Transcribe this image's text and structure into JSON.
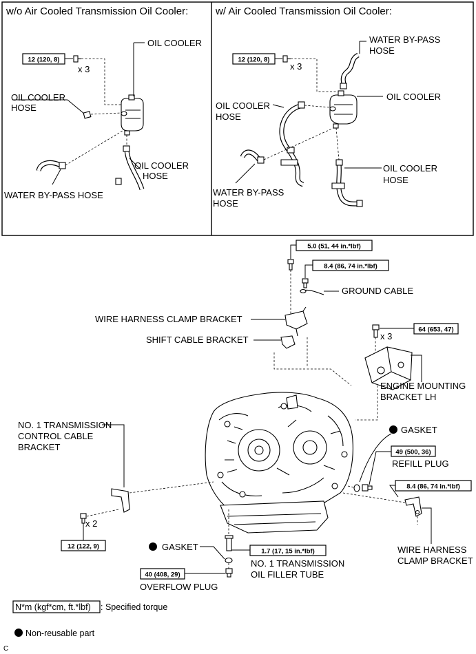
{
  "panel_left": {
    "title": "w/o Air Cooled Transmission Oil Cooler:",
    "torque": "12 (120, 8)",
    "qty": "x 3",
    "oil_cooler": "OIL COOLER",
    "hose_a_1": "OIL COOLER",
    "hose_a_2": "HOSE",
    "hose_b_1": "OIL COOLER",
    "hose_b_2": "HOSE",
    "bypass": "WATER BY-PASS HOSE"
  },
  "panel_right": {
    "title": "w/ Air Cooled Transmission Oil Cooler:",
    "torque": "12 (120, 8)",
    "qty": "x 3",
    "bypass_top_1": "WATER BY-PASS",
    "bypass_top_2": "HOSE",
    "oil_cooler": "OIL COOLER",
    "hose_a_1": "OIL COOLER",
    "hose_a_2": "HOSE",
    "hose_b_1": "OIL COOLER",
    "hose_b_2": "HOSE",
    "bypass_bot_1": "WATER BY-PASS",
    "bypass_bot_2": "HOSE"
  },
  "main": {
    "torque_top": "5.0 (51, 44 in.*lbf)",
    "torque_ground": "8.4 (86, 74 in.*lbf)",
    "ground_cable": "GROUND CABLE",
    "wh_clamp_bracket": "WIRE HARNESS CLAMP BRACKET",
    "shift_cable_bracket": "SHIFT CABLE BRACKET",
    "torque_mount": "64 (653, 47)",
    "mount_qty": "x 3",
    "mount_1": "ENGINE MOUNTING",
    "mount_2": "BRACKET LH",
    "ctrl_1": "NO. 1 TRANSMISSION",
    "ctrl_2": "CONTROL CABLE",
    "ctrl_3": "BRACKET",
    "gasket_right": "GASKET",
    "torque_refill": "49 (500, 36)",
    "refill_plug": "REFILL PLUG",
    "torque_wh_lower": "8.4 (86, 74 in.*lbf)",
    "wh_lower_1": "WIRE HARNESS",
    "wh_lower_2": "CLAMP BRACKET",
    "ctrl_qty": "x 2",
    "torque_ctrl": "12 (122, 9)",
    "gasket_bottom": "GASKET",
    "torque_filler": "1.7 (17, 15 in.*lbf)",
    "filler_1": "NO. 1 TRANSMISSION",
    "filler_2": "OIL FILLER TUBE",
    "torque_overflow": "40 (408, 29)",
    "overflow_plug": "OVERFLOW PLUG"
  },
  "legend": {
    "torque_units": "N*m (kgf*cm, ft.*lbf)",
    "torque_text": ": Specified torque",
    "nonreusable": "Non-reusable part",
    "figure_code": "C"
  }
}
